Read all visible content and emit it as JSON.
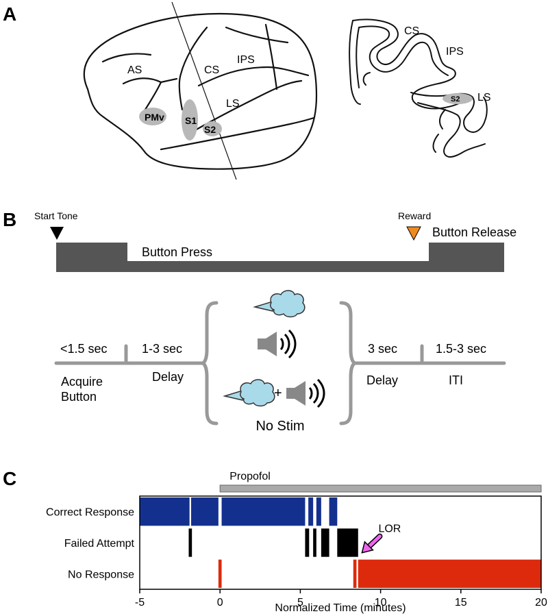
{
  "panels": {
    "a": {
      "letter": "A",
      "lateral_labels": {
        "as": "AS",
        "cs": "CS",
        "ips": "IPS",
        "ls": "LS",
        "pmv": "PMv",
        "s1": "S1",
        "s2": "S2"
      },
      "section_labels": {
        "cs": "CS",
        "ips": "IPS",
        "s2": "S2",
        "ls": "LS"
      }
    },
    "b": {
      "letter": "B",
      "start_tone": "Start Tone",
      "reward": "Reward",
      "button_press": "Button Press",
      "button_release": "Button Release",
      "durations": [
        "<1.5 sec",
        "1-3 sec",
        "3 sec",
        "1.5-3 sec"
      ],
      "phases": {
        "acquire_line1": "Acquire",
        "acquire_line2": "Button",
        "delay1": "Delay",
        "delay2": "Delay",
        "iti": "ITI"
      },
      "no_stim": "No Stim",
      "plus": "+"
    },
    "c": {
      "letter": "C"
    }
  },
  "colors": {
    "correct": "#14308f",
    "failed": "#000000",
    "no_response": "#dd2a0c",
    "lor_arrow": "#ee66ee",
    "reward_triangle": "#f08a1e",
    "bar_gray": "#555555",
    "propofol_bar": "#aaaaaa",
    "puff": "#a9daea",
    "speaker": "#888888"
  },
  "icons": [
    "air-puff-icon",
    "speaker-icon",
    "start-tone-triangle-icon",
    "reward-triangle-icon",
    "lor-arrow-icon"
  ],
  "chart_data": {
    "type": "raster",
    "xlabel": "Normalized Time (minutes)",
    "xlim": [
      -5,
      20
    ],
    "xticks": [
      -5,
      0,
      5,
      10,
      15,
      20
    ],
    "rows": [
      "Correct Response",
      "Failed Attempt",
      "No Response"
    ],
    "annotations": {
      "drug": "Propofol",
      "drug_start": 0,
      "drug_end": 20,
      "lor_label": "LOR",
      "lor_time": 8.5
    },
    "series": [
      {
        "name": "Correct Response",
        "intervals": [
          [
            -5,
            -1.9
          ],
          [
            -1.8,
            -0.1
          ],
          [
            0.1,
            5.3
          ],
          [
            5.5,
            5.8
          ],
          [
            6.0,
            6.3
          ],
          [
            6.8,
            7.3
          ]
        ]
      },
      {
        "name": "Failed Attempt",
        "intervals": [
          [
            -1.95,
            -1.75
          ],
          [
            5.3,
            5.55
          ],
          [
            5.8,
            6.0
          ],
          [
            6.3,
            6.8
          ],
          [
            7.3,
            8.6
          ]
        ]
      },
      {
        "name": "No Response",
        "intervals": [
          [
            -0.1,
            0.1
          ],
          [
            8.3,
            8.5
          ],
          [
            8.6,
            20
          ]
        ]
      }
    ]
  }
}
